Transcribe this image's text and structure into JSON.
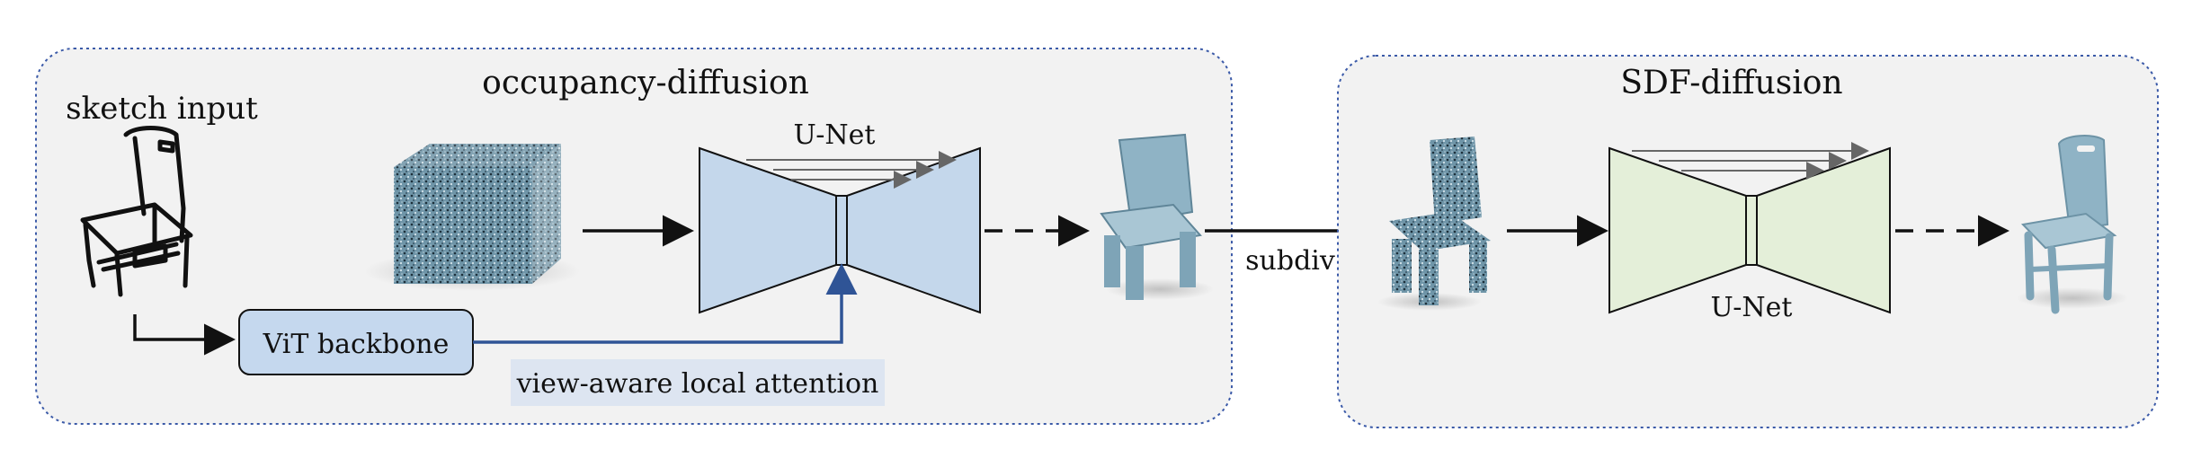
{
  "occupancy_panel": {
    "title": "occupancy-diffusion",
    "sketch_label": "sketch input",
    "unet_label": "U-Net",
    "backbone_label": "ViT backbone",
    "attention_label": "view-aware local attention"
  },
  "subdiv_label": "subdiv",
  "sdf_panel": {
    "title": "SDF-diffusion",
    "unet_label": "U-Net"
  },
  "colors": {
    "panel_fill": "#f2f2f2",
    "panel_border": "#3b5aa8",
    "unet_occupancy_fill": "#c4d7eb",
    "unet_sdf_fill": "#e4efd9",
    "backbone_fill": "#c5d8ee",
    "attention_fill": "#dde5f1",
    "attention_arrow": "#2f5496",
    "shape_blue": "#8fb3c5"
  }
}
